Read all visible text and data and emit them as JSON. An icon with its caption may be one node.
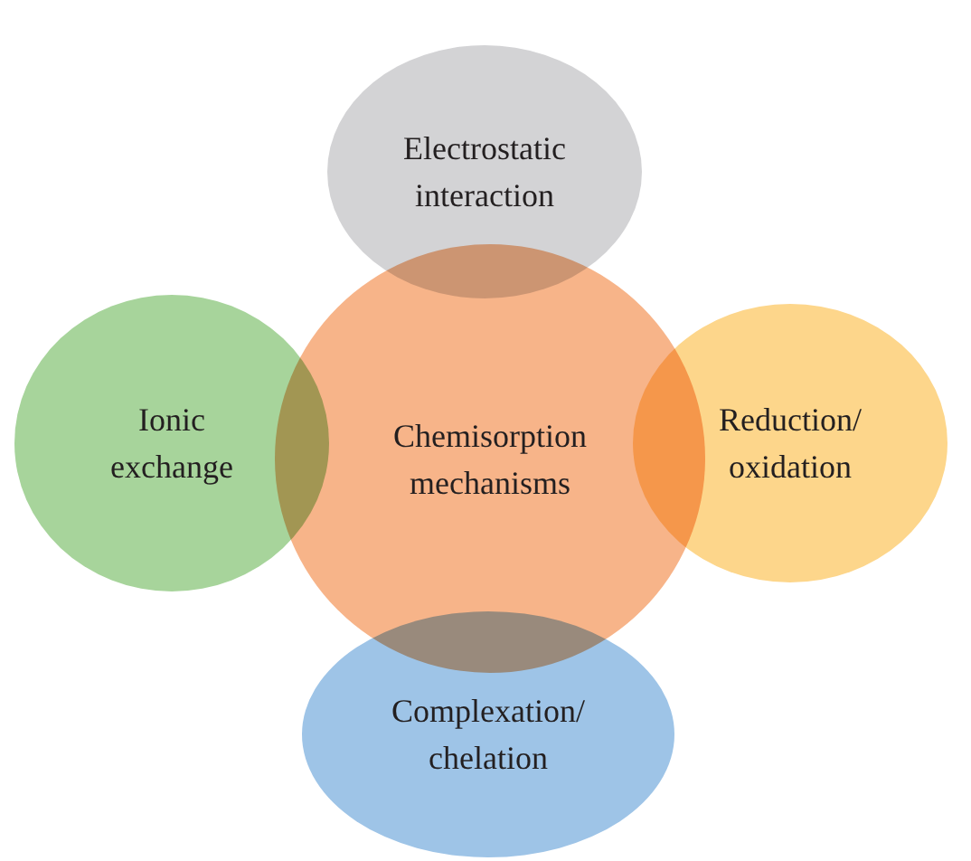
{
  "diagram": {
    "nodes": [
      {
        "text": [
          "Electrostatic interaction"
        ]
      },
      {
        "text": [
          "Ionic exchange"
        ]
      },
      {
        "text": [
          "Chemisorption mechanisms"
        ]
      },
      {
        "text": [
          "Reduction/ oxidation"
        ]
      },
      {
        "text": [
          "Complexation/ chelation"
        ]
      }
    ]
  }
}
